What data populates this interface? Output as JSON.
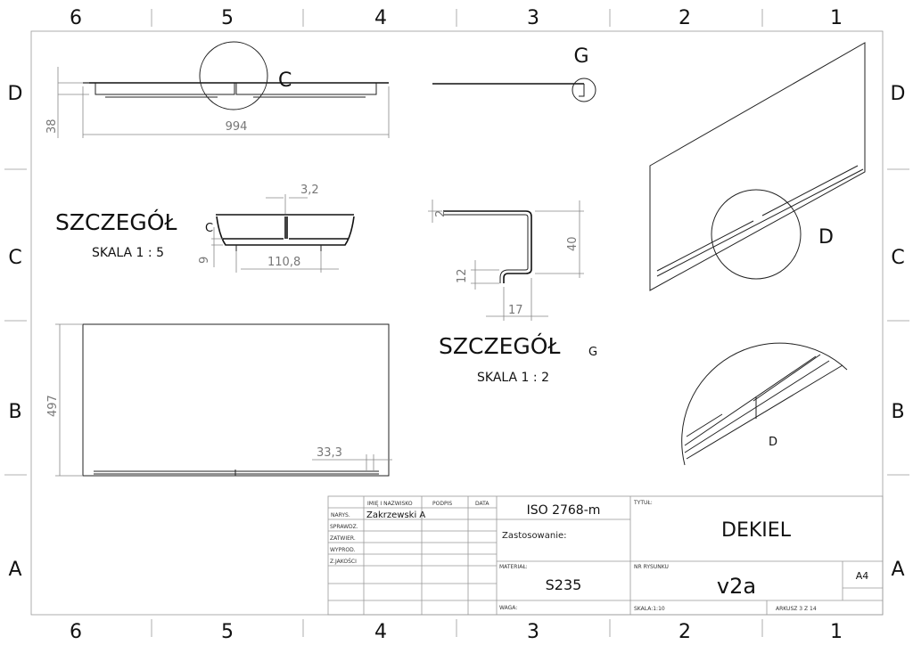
{
  "zones": {
    "columns": [
      "6",
      "5",
      "4",
      "3",
      "2",
      "1"
    ],
    "rows": [
      "D",
      "C",
      "B",
      "A"
    ]
  },
  "views": {
    "front": {
      "dim_width": "994",
      "dim_height": "38",
      "detail_callout": "C"
    },
    "side": {
      "detail_callout": "G"
    },
    "detail_c": {
      "title": "SZCZEGÓŁ",
      "letter": "C",
      "scale": "SKALA 1 : 5",
      "dim_gap": "3,2",
      "dim_height": "9",
      "dim_span": "110,8"
    },
    "detail_g": {
      "title": "SZCZEGÓŁ",
      "letter": "G",
      "scale": "SKALA 1 : 2",
      "dim_thickness": "2",
      "dim_height": "40",
      "dim_lip": "12",
      "dim_lip_width": "17"
    },
    "top": {
      "dim_height": "497",
      "dim_edge": "33,3"
    },
    "iso": {
      "detail_callout": "D"
    },
    "detail_d": {
      "label": "D"
    }
  },
  "title_block": {
    "headers": [
      "IMIĘ I NAZWISKO",
      "PODPIS",
      "DATA"
    ],
    "roles": [
      "NARYS.",
      "SPRAWDZ.",
      "ZATWIER.",
      "WYPROD.",
      "Z.JAKOŚCI"
    ],
    "drawn_by": "Zakrzewski A",
    "tolerance": "ISO 2768-m",
    "usage_label": "Zastosowanie:",
    "material_label": "MATERIAŁ:",
    "material": "S235",
    "weight_label": "WAGA:",
    "title_label": "TYTUŁ:",
    "title": "DEKIEL",
    "drawing_no_label": "NR RYSUNKU",
    "drawing_no": "v2a",
    "sheet_size": "A4",
    "scale": "SKALA:1:10",
    "sheet": "ARKUSZ 3 Z 14"
  }
}
